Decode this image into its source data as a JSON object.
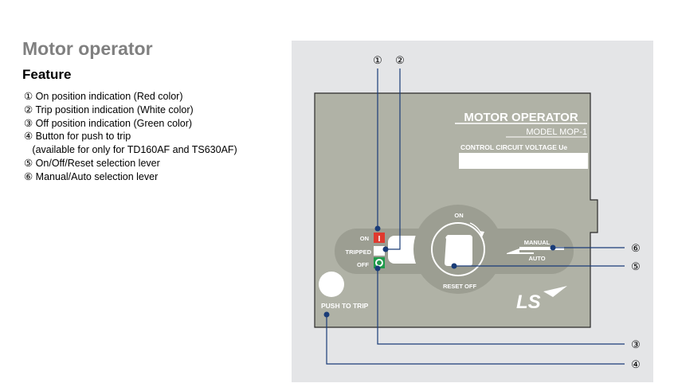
{
  "heading": {
    "title": "Motor operator",
    "subtitle": "Feature"
  },
  "features": [
    "① On position indication (Red color)",
    "② Trip position indication (White color)",
    "③ Off position indication (Green color)",
    "④ Button for push to trip",
    "   (available for only for TD160AF and TS630AF)",
    "⑤ On/Off/Reset selection lever",
    "⑥ Manual/Auto selection lever"
  ],
  "device": {
    "title": "MOTOR OPERATOR",
    "model": "MODEL  MOP-1",
    "voltage_label": "CONTROL CIRCUIT VOLTAGE Ue",
    "on_label": "ON",
    "tripped_label": "TRIPPED",
    "off_label": "OFF",
    "on_symbol": "I",
    "dial_on": "ON",
    "dial_reset": "RESET OFF",
    "manual": "MANUAL",
    "auto": "AUTO",
    "push_to_trip": "PUSH TO TRIP",
    "logo": "LS"
  },
  "callouts": [
    "①",
    "②",
    "③",
    "④",
    "⑤",
    "⑥"
  ],
  "colors": {
    "panel_bg": "#e4e5e7",
    "body": "#b0b2a6",
    "strip": "#9c9e92",
    "on_red": "#e03a2f",
    "off_green": "#1f9a4a",
    "leader": "#1a3c78"
  }
}
